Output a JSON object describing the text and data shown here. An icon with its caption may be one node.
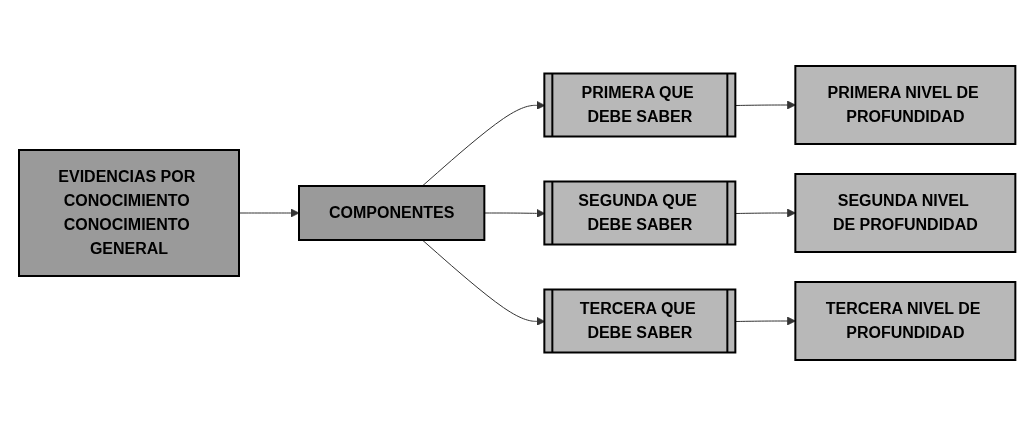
{
  "diagram": {
    "nodes": [
      {
        "text": [
          "EVIDENCIAS POR CONOCIMIENTO CONOCIMIENTO GENERAL"
        ]
      },
      {
        "text": [
          "COMPONENTES"
        ]
      },
      {
        "text": [
          "PRIMERA QUE DEBE SABER"
        ]
      },
      {
        "text": [
          "SEGUNDA QUE DEBE SABER"
        ]
      },
      {
        "text": [
          "TERCERA QUE DEBE SABER"
        ]
      },
      {
        "text": [
          "PRIMERA NIVEL DE PROFUNDIDAD"
        ]
      },
      {
        "text": [
          "SEGUNDA NIVEL DE PROFUNDIDAD"
        ]
      },
      {
        "text": [
          "TERCERA NIVEL DE PROFUNDIDAD"
        ]
      }
    ],
    "edges": [
      {
        "from": 0,
        "to": 1,
        "arrow": "to"
      },
      {
        "from": 1,
        "to": 2,
        "arrow": "to"
      },
      {
        "from": 1,
        "to": 3,
        "arrow": "to"
      },
      {
        "from": 1,
        "to": 4,
        "arrow": "to"
      },
      {
        "from": 2,
        "to": 5,
        "arrow": "to"
      },
      {
        "from": 3,
        "to": 6,
        "arrow": "to"
      },
      {
        "from": 4,
        "to": 7,
        "arrow": "to"
      }
    ]
  }
}
